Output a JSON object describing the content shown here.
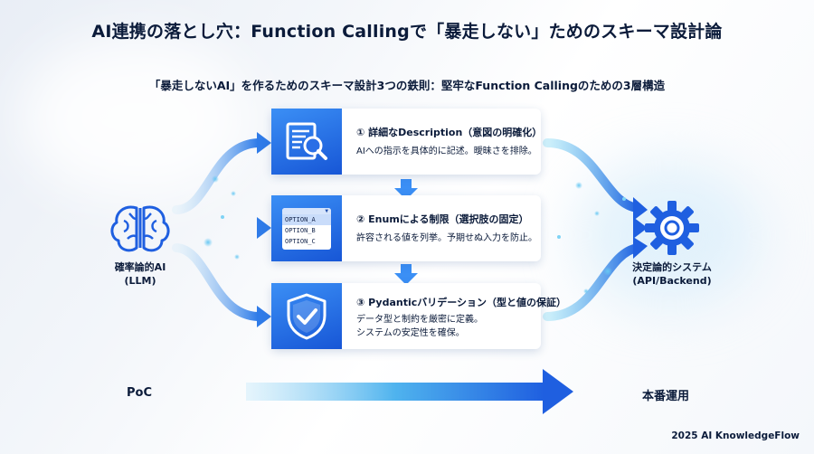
{
  "title": "AI連携の落とし穴：Function Callingで「暴走しない」ためのスキーマ設計論",
  "subtitle": "「暴走しないAI」を作るためのスキーマ設計3つの鉄則：堅牢なFunction Callingのための3層構造",
  "left_node": {
    "line1": "確率論的AI",
    "line2": "(LLM)",
    "icon": "brain-icon"
  },
  "right_node": {
    "line1": "決定論的システム",
    "line2": "(API/Backend)",
    "icon": "gear-icon"
  },
  "cards": [
    {
      "heading": "① 詳細なDescription（意図の明確化）",
      "lines": [
        "AIへの指示を具体的に記述。曖昧さを排除。"
      ],
      "icon": "document-search-icon"
    },
    {
      "heading": "② Enumによる制限（選択肢の固定）",
      "lines": [
        "許容される値を列挙。予期せぬ入力を防止。"
      ],
      "icon": "option-list-icon",
      "options": [
        "OPTION_A",
        "OPTION_B",
        "OPTION_C"
      ]
    },
    {
      "heading": "③ Pydanticバリデーション（型と値の保証）",
      "lines": [
        "データ型と制約を厳密に定義。",
        "システムの安定性を確保。"
      ],
      "icon": "shield-check-icon"
    }
  ],
  "phase_start": "PoC",
  "phase_end": "本番運用",
  "footer": "2025 AI KnowledgeFlow",
  "colors": {
    "accent": "#1f63e0",
    "accent_light": "#5fc4ef",
    "text": "#0b1b3a"
  }
}
